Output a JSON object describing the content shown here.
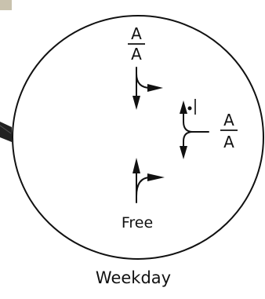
{
  "diagram": {
    "top_signal": {
      "numerator": "A",
      "denominator": "A"
    },
    "right_signal": {
      "numerator": "A",
      "denominator": "A"
    },
    "bottom_label": "Free",
    "caption": "Weekday"
  },
  "colors": {
    "ink": "#111111",
    "background": "#ffffff",
    "corner_tab": "#c9c2ae",
    "edge_stripe": "#222222"
  }
}
